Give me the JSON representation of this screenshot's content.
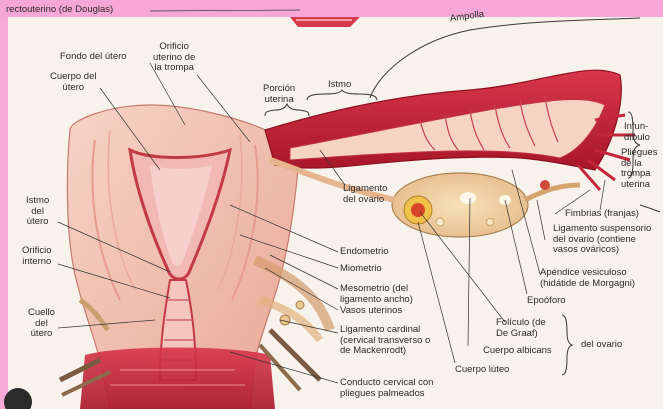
{
  "labels": {
    "top_partial": "rectouterino (de Douglas)",
    "fondo": "Fondo del útero",
    "orificio_uterino": "Orificio\nuterino de\nla trompa",
    "cuerpo": "Cuerpo del\nútero",
    "porcion": "Porción\nuterina",
    "istmo_trompa": "Istmo",
    "ampolla": "Ampolla",
    "infundibulo": "Infun-\ndíbulo",
    "pliegues": "Pliegues\nde la\ntrompa\nuterina",
    "fimbrias": "Fimbrias (franjas)",
    "lig_suspensorio": "Ligamento suspensorio\ndel ovario (contiene\nvasos ováricos)",
    "apendice": "Apéndice vesiculoso\n(hidátide de Morgagni)",
    "epooforo": "Epoóforo",
    "foliculo": "Folículo (de\nDe Graaf)",
    "cuerpo_albicans": "Cuerpo albicans",
    "cuerpo_luteo": "Cuerpo lúteo",
    "del_ovario": "del ovario",
    "lig_ovario": "Ligamento\ndel ovario",
    "endometrio": "Endometrio",
    "miometrio": "Miometrio",
    "mesometrio": "Mesometrio (del\nligamento ancho)",
    "vasos": "Vasos uterinos",
    "lig_cardinal": "Ligamento cardinal\n(cervical transverso o\nde Mackenrodt)",
    "conducto": "Conducto cervical con\npliegues palmeados",
    "istmo_utero": "Istmo\ndel\nútero",
    "orificio_interno": "Orificio\ninterno",
    "cuello": "Cuello\ndel\nútero"
  },
  "colors": {
    "frame_pink": "#f6a7d8",
    "paper": "#f7f3ec",
    "tissue": "#f1c1b2",
    "muscle": "#c8283b",
    "ovary": "#f3d8a8"
  }
}
